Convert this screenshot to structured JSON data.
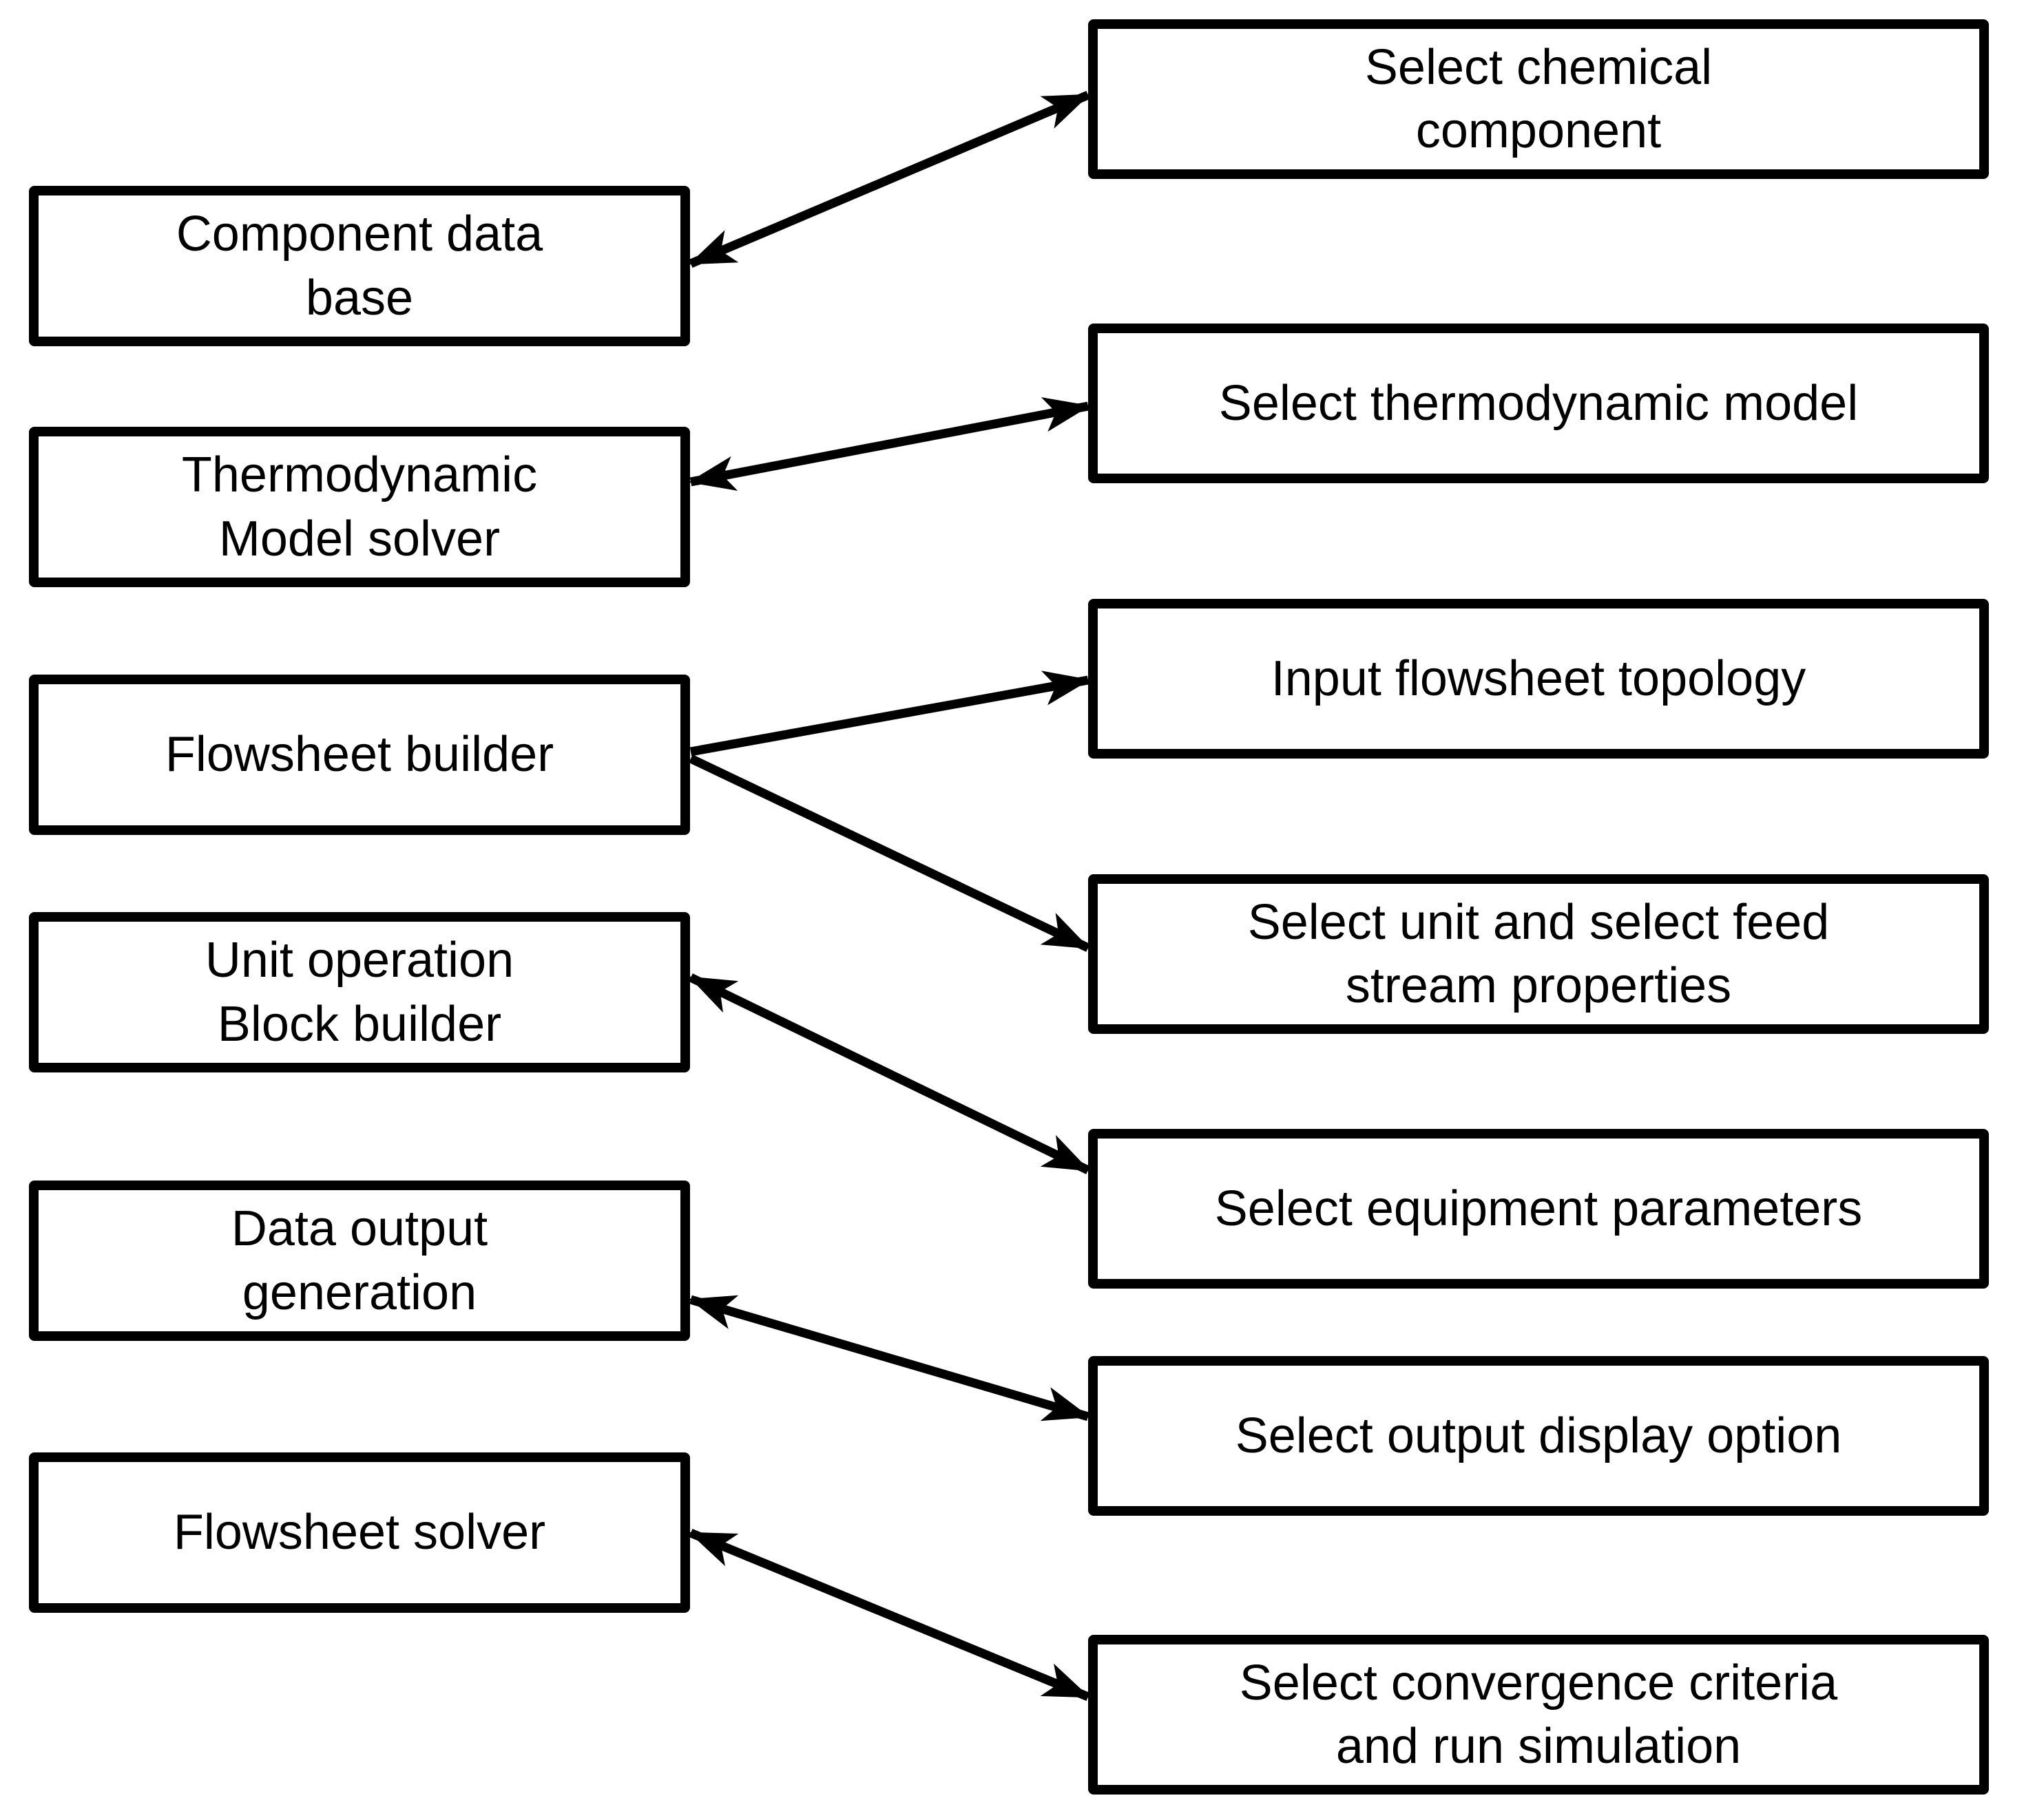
{
  "diagram": {
    "type": "flowchart",
    "background_color": "#ffffff",
    "stroke_color": "#000000",
    "text_color": "#000000",
    "modules": [
      {
        "label": "Component data\nbase"
      },
      {
        "label": "Thermodynamic\nModel solver"
      },
      {
        "label": "Flowsheet builder"
      },
      {
        "label": "Unit operation\nBlock builder"
      },
      {
        "label": "Data output\ngeneration"
      },
      {
        "label": "Flowsheet solver"
      }
    ],
    "actions": [
      {
        "label": "Select chemical\ncomponent"
      },
      {
        "label": "Select thermodynamic model"
      },
      {
        "label": "Input  flowsheet topology"
      },
      {
        "label": "Select unit and select feed\nstream properties"
      },
      {
        "label": "Select equipment parameters"
      },
      {
        "label": "Select output display option"
      },
      {
        "label": "Select convergence criteria\nand run simulation"
      }
    ],
    "connections": [
      {
        "from": "Component data base",
        "to": "Select chemical component",
        "type": "bidirectional"
      },
      {
        "from": "Thermodynamic Model solver",
        "to": "Select thermodynamic model",
        "type": "bidirectional"
      },
      {
        "from": "Flowsheet builder",
        "to": "Input flowsheet topology",
        "type": "one-way"
      },
      {
        "from": "Flowsheet builder",
        "to": "Select unit and select feed stream properties",
        "type": "one-way"
      },
      {
        "from": "Unit operation Block builder",
        "to": "Select equipment parameters",
        "type": "bidirectional"
      },
      {
        "from": "Data output generation",
        "to": "Select output display option",
        "type": "bidirectional"
      },
      {
        "from": "Flowsheet solver",
        "to": "Select convergence criteria and run simulation",
        "type": "bidirectional"
      }
    ]
  }
}
